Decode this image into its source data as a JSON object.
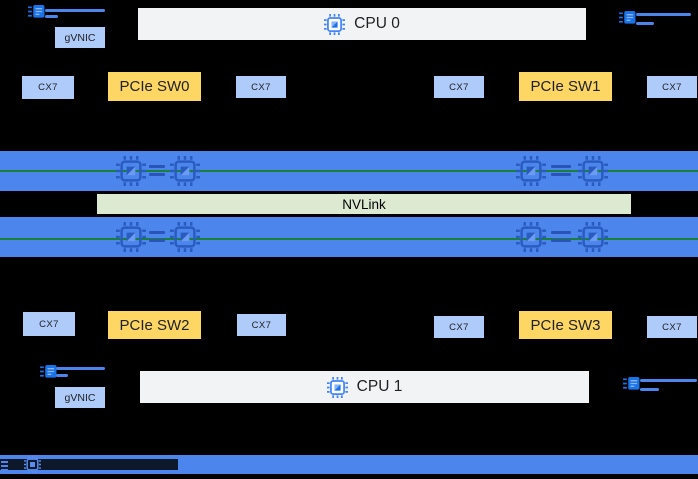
{
  "nodes": {
    "cpu0_label": "CPU 0",
    "cpu1_label": "CPU 1",
    "nvlink_label": "NVLink",
    "gvnic_top_label": "gVNIC",
    "gvnic_bottom_label": "gVNIC",
    "pcie_switches": [
      "PCIe SW0",
      "PCIe SW1",
      "PCIe SW2",
      "PCIe SW3"
    ],
    "cx7_labels": [
      "CX7",
      "CX7",
      "CX7",
      "CX7",
      "CX7",
      "CX7",
      "CX7",
      "CX7"
    ]
  },
  "colors": {
    "background": "#000000",
    "nic_box": "#aecbfa",
    "pcie_switch_box": "#fdd663",
    "cpu_box": "#f1f3f4",
    "gpu_bar": "#4c85ec",
    "nvlink_bar": "#dcead2",
    "nvlink_border": "#000000",
    "gpu_interconnect_line": "#188038",
    "icon_blue": "#1a73e8"
  }
}
